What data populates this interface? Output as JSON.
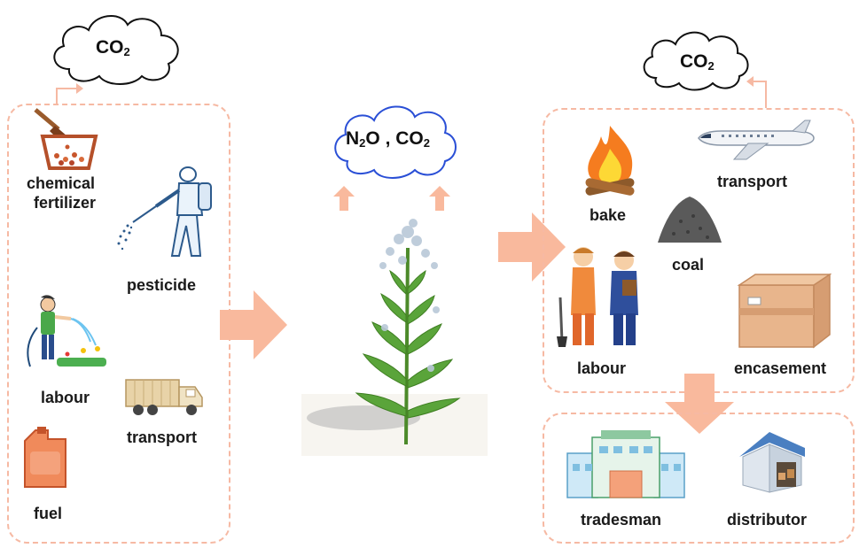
{
  "left_panel": {
    "cloud": {
      "gas": "CO",
      "sub": "2"
    },
    "items": {
      "chemical_fertilizer": {
        "line1": "chemical",
        "line2": "fertilizer"
      },
      "pesticide": "pesticide",
      "labour": "labour",
      "transport": "transport",
      "fuel": "fuel"
    }
  },
  "center": {
    "cloud": {
      "gas1": "N",
      "sub1": "2",
      "gas1_tail": "O",
      "sep": " , ",
      "gas2": "CO",
      "sub2": "2"
    }
  },
  "right_panel": {
    "cloud": {
      "gas": "CO",
      "sub": "2"
    },
    "items": {
      "bake": "bake",
      "transport": "transport",
      "coal": "coal",
      "labour": "labour",
      "encasement": "encasement"
    }
  },
  "sales_panel": {
    "items": {
      "tradesman": "tradesman",
      "distributor": "distributor"
    }
  },
  "colors": {
    "dashed_border": "#f6b9a3",
    "arrow": "#f9b99d",
    "cloud_stroke": "#111111"
  }
}
